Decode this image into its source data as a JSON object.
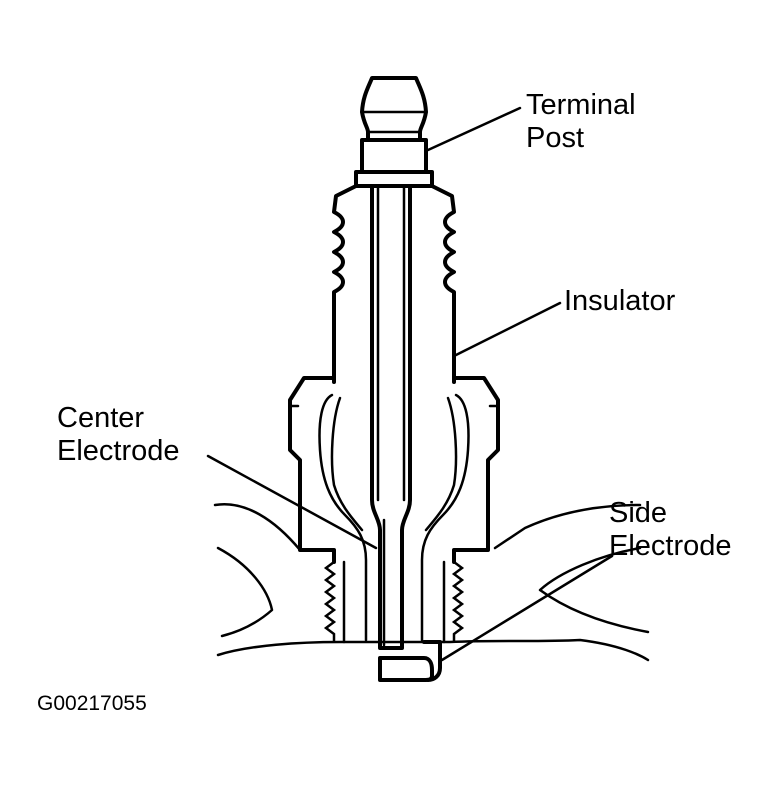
{
  "labels": {
    "terminal_post": [
      "Terminal",
      "Post"
    ],
    "insulator": "Insulator",
    "center_electrode": [
      "Center",
      "Electrode"
    ],
    "side_electrode": [
      "Side",
      "Electrode"
    ]
  },
  "figure_id": "G00217055"
}
